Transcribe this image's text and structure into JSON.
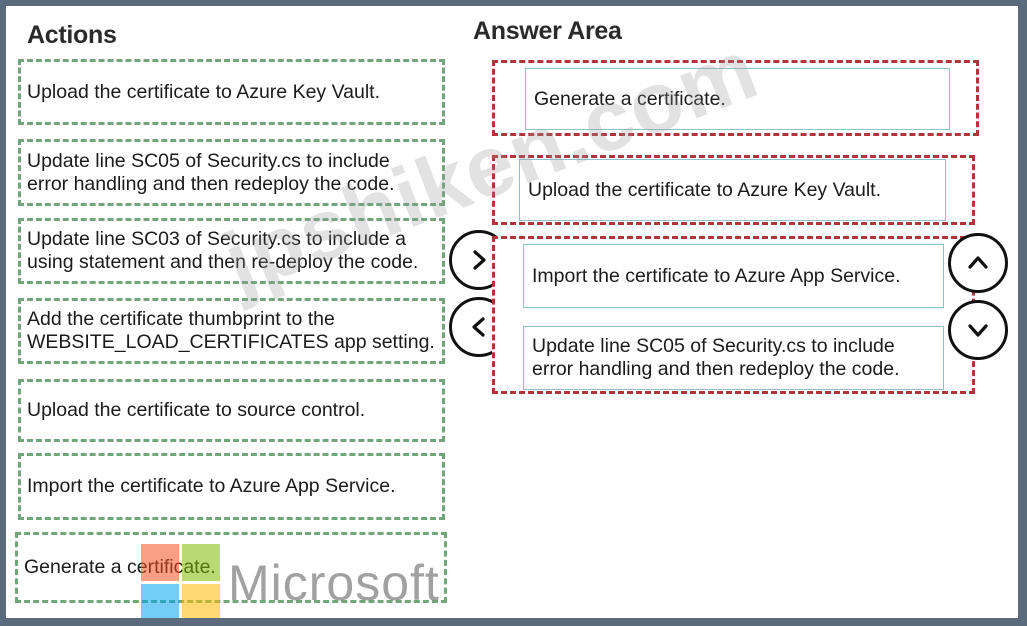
{
  "actions_title": "Actions",
  "answer_title": "Answer Area",
  "actions": [
    "Upload the certificate to Azure Key Vault.",
    "Update line SC05 of Security.cs to include error handling and then redeploy the code.",
    "Update line SC03 of Security.cs to include a using statement and then re-deploy the code.",
    "Add the certificate thumbprint to the WEBSITE_LOAD_CERTIFICATES app setting.",
    "Upload the certificate to source control.",
    "Import the certificate to Azure App Service.",
    "Generate a certificate."
  ],
  "answers": [
    "Generate a certificate.",
    "Upload the certificate to Azure Key Vault.",
    "Import the certificate to Azure App Service.",
    "Update line SC05 of Security.cs to include error handling and then redeploy the code."
  ],
  "watermark": "jpshiken.com",
  "brand": {
    "name": "Microsoft",
    "logo_colors": [
      "#f25022",
      "#7fba00",
      "#00a4ef",
      "#ffb900"
    ]
  },
  "colors": {
    "action_border": "#6fa77a",
    "answer_border": "#b3333a",
    "item_border": "#8fc0cc"
  },
  "icons": {
    "move_right": "chevron-right-icon",
    "move_left": "chevron-left-icon",
    "move_up": "chevron-up-icon",
    "move_down": "chevron-down-icon"
  }
}
